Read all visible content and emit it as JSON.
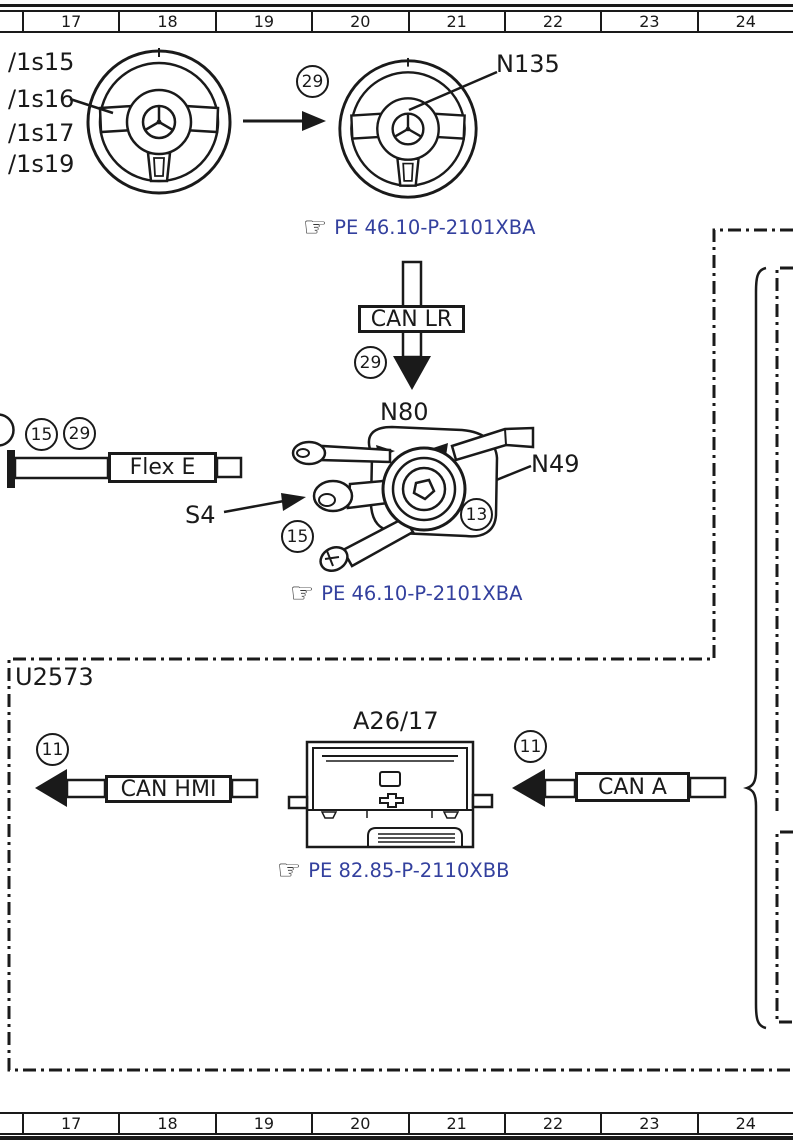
{
  "colors": {
    "line": "#1a1a1a",
    "link_blue": "#33409e",
    "background": "#ffffff"
  },
  "ruler": {
    "cells": [
      "17",
      "18",
      "19",
      "20",
      "21",
      "22",
      "23",
      "24"
    ]
  },
  "labels": {
    "connector_1": "/1s15",
    "connector_2": "/1s16",
    "connector_3": "/1s17",
    "connector_4": "/1s19",
    "n135": "N135",
    "n80": "N80",
    "n49": "N49",
    "s4": "S4",
    "u2573": "U2573",
    "a26_17": "A26/17"
  },
  "buses": {
    "can_lr": "CAN LR",
    "flex_e": "Flex E",
    "can_hmi": "CAN HMI",
    "can_a": "CAN A"
  },
  "badges": {
    "wheel_29": "29",
    "can_lr_29": "29",
    "flex_15": "15",
    "flex_29": "29",
    "stalk_15": "15",
    "ignition_13": "13",
    "can_hmi_11": "11",
    "can_a_11": "11"
  },
  "links": {
    "pe_steering_wheel": "PE 46.10-P-2101XBA",
    "pe_steering_column": "PE 46.10-P-2101XBA",
    "pe_head_unit": "PE 82.85-P-2110XBB"
  },
  "icons": {
    "hand": "☞"
  }
}
